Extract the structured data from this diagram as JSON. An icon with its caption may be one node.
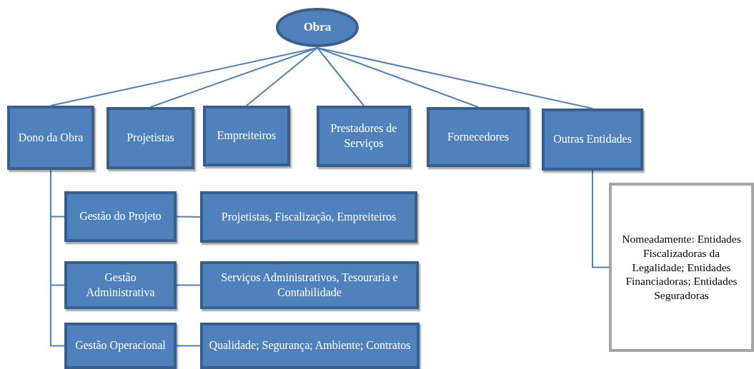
{
  "diagram": {
    "nodes": [
      {
        "text": [
          "Obra"
        ]
      },
      {
        "text": [
          "Dono da Obra"
        ]
      },
      {
        "text": [
          "Projetistas"
        ]
      },
      {
        "text": [
          "Empreiteiros"
        ]
      },
      {
        "text": [
          "Prestadores de Serviços"
        ]
      },
      {
        "text": [
          "Fornecedores"
        ]
      },
      {
        "text": [
          "Outras Entidades"
        ]
      },
      {
        "text": [
          "Gestão do Projeto"
        ]
      },
      {
        "text": [
          "Projetistas, Fiscalização, Empreiteiros"
        ]
      },
      {
        "text": [
          "Gestão Administrativa"
        ]
      },
      {
        "text": [
          "Serviços Administrativos, Tesouraria e Contabilidade"
        ]
      },
      {
        "text": [
          "Gestão Operacional"
        ]
      },
      {
        "text": [
          "Qualidade; Segurança; Ambiente; Contratos"
        ]
      },
      {
        "text": [
          "Nomeadamente: Entidades Fiscalizadoras da Legalidade; Entidades Financiadoras; Entidades Seguradoras"
        ]
      }
    ],
    "edges": [
      {
        "from": 0,
        "to": 1,
        "arrow": "none"
      },
      {
        "from": 0,
        "to": 2,
        "arrow": "none"
      },
      {
        "from": 0,
        "to": 3,
        "arrow": "none"
      },
      {
        "from": 0,
        "to": 4,
        "arrow": "none"
      },
      {
        "from": 0,
        "to": 5,
        "arrow": "none"
      },
      {
        "from": 0,
        "to": 6,
        "arrow": "none"
      },
      {
        "from": 1,
        "to": 7,
        "arrow": "none"
      },
      {
        "from": 1,
        "to": 9,
        "arrow": "none"
      },
      {
        "from": 1,
        "to": 11,
        "arrow": "none"
      },
      {
        "from": 7,
        "to": 8,
        "arrow": "none"
      },
      {
        "from": 9,
        "to": 10,
        "arrow": "none"
      },
      {
        "from": 11,
        "to": 12,
        "arrow": "none"
      },
      {
        "from": 6,
        "to": 13,
        "arrow": "none"
      }
    ]
  }
}
